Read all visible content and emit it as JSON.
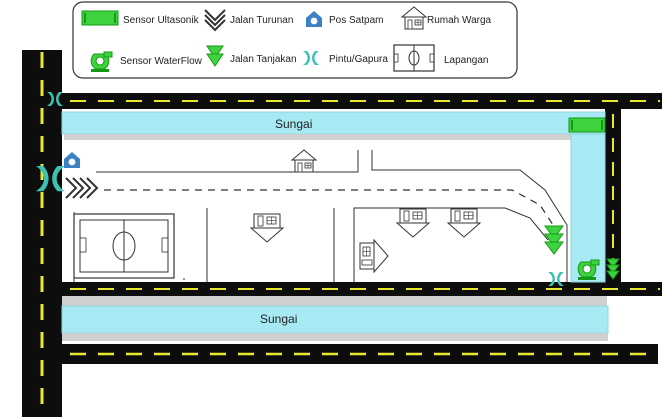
{
  "legend": {
    "items": [
      {
        "id": "sensor-ultrasonic",
        "label": "Sensor Ultasonik"
      },
      {
        "id": "road-down",
        "label": "Jalan Turunan"
      },
      {
        "id": "security-post",
        "label": "Pos Satpam"
      },
      {
        "id": "resident-house",
        "label": "Rumah Warga"
      },
      {
        "id": "sensor-waterflow",
        "label": "Sensor WaterFlow"
      },
      {
        "id": "road-up",
        "label": "Jalan Tanjakan"
      },
      {
        "id": "gate",
        "label": "Pintu/Gapura"
      },
      {
        "id": "field",
        "label": "Lapangan"
      }
    ]
  },
  "rivers": {
    "top_label": "Sungai",
    "bottom_label": "Sungai"
  },
  "colors": {
    "road": "#0d0d0d",
    "road_marking": "#e8e830",
    "river": "#a8eaf4",
    "river_border": "#8fd4de",
    "sensor_green": "#3fd23f",
    "sensor_dark_green": "#159a15",
    "gate_teal": "#3cc3b4",
    "post_blue": "#3b7fc4",
    "outline": "#333333"
  },
  "icons": [
    "ultrasonic-sensor-icon",
    "double-chevron-down-icon",
    "security-post-icon",
    "house-icon",
    "waterflow-sensor-icon",
    "double-triangle-down-icon",
    "gate-icon",
    "soccer-field-icon"
  ]
}
